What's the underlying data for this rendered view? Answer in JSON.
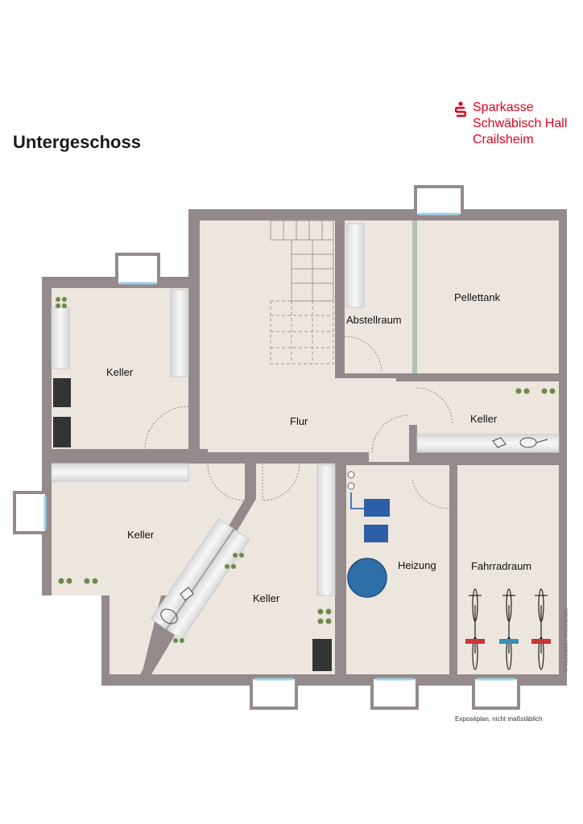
{
  "title": "Untergeschoss",
  "brand": {
    "lines": [
      "Sparkasse",
      "Schwäbisch Hall",
      "Crailsheim"
    ],
    "color": "#e3001b"
  },
  "rooms": {
    "keller_nw": "Keller",
    "flur": "Flur",
    "abstellraum": "Abstellraum",
    "pellettank": "Pellettank",
    "keller_e": "Keller",
    "keller_sw": "Keller",
    "keller_s": "Keller",
    "heizung": "Heizung",
    "fahrradraum": "Fahrradraum"
  },
  "footnote": "Exposéplan, nicht maßstäblich",
  "credit": "© Illustration: ImmoGrafik",
  "colors": {
    "wall": "#948a8c",
    "floor": "#ece6de",
    "window": "#ffffff",
    "tank": "#2f5ea8",
    "shelf": "#e9e9e9"
  }
}
